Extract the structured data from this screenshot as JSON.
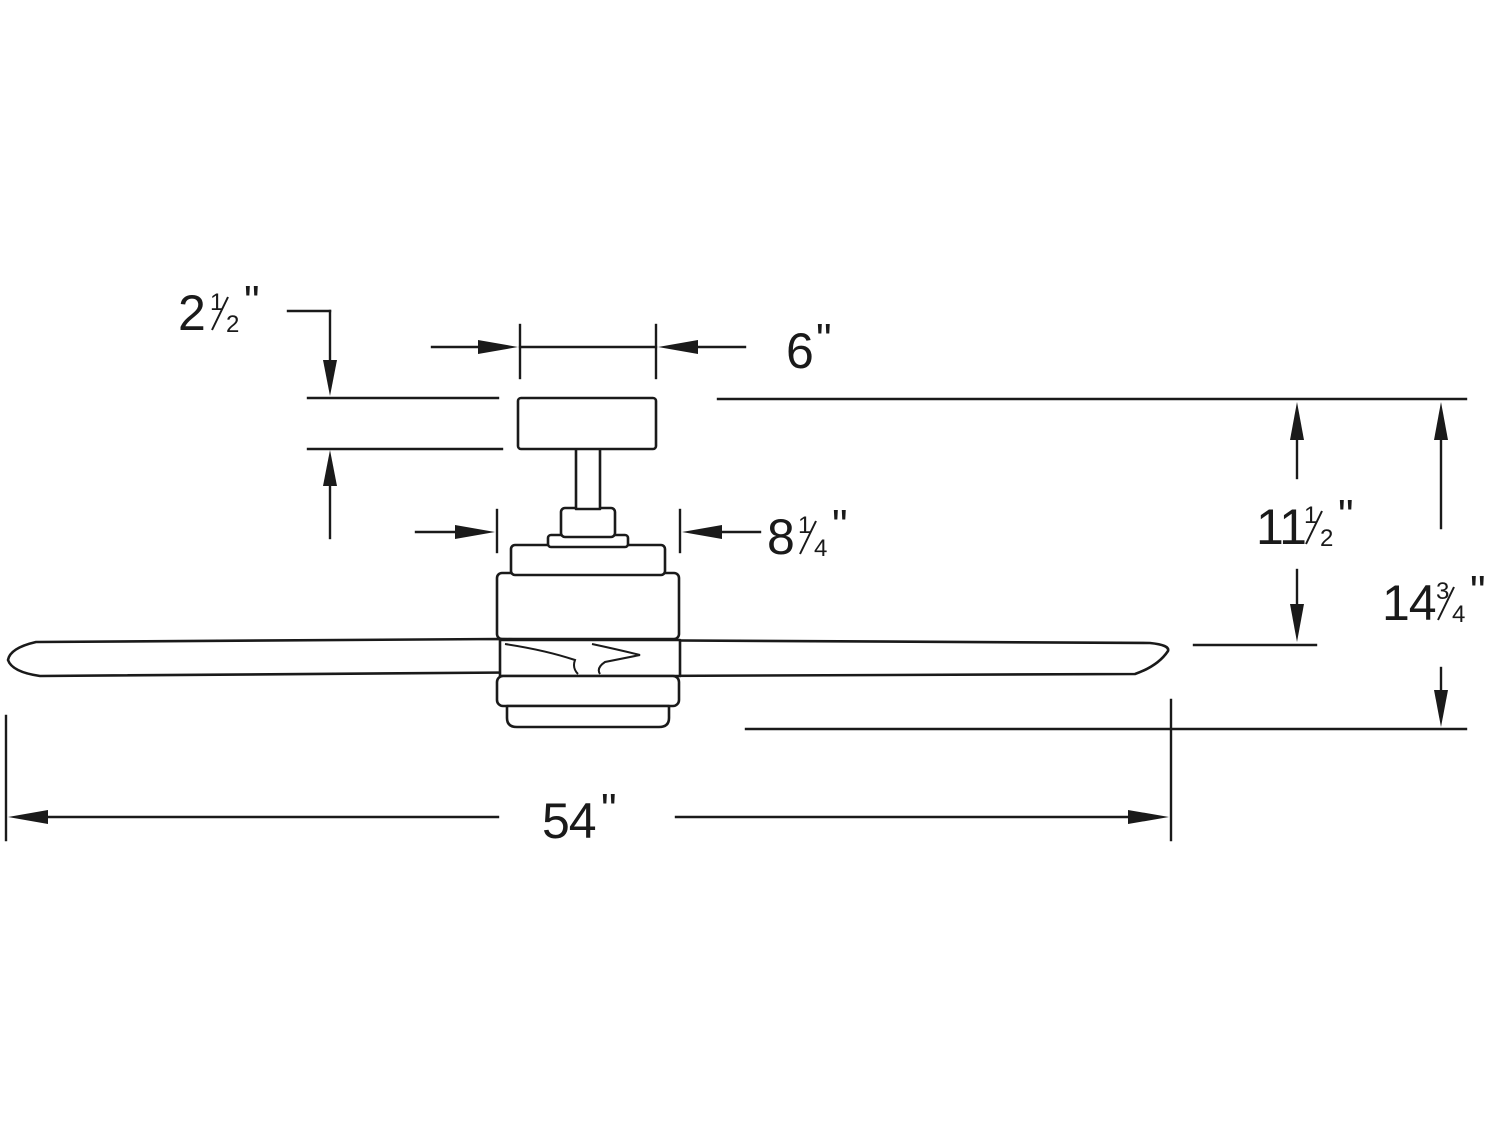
{
  "dimensions": {
    "canopy_height": {
      "whole": "2",
      "num": "1",
      "den": "2",
      "unit": "\""
    },
    "canopy_width": {
      "whole": "6",
      "unit": "\""
    },
    "motor_width": {
      "whole": "8",
      "num": "1",
      "den": "4",
      "unit": "\""
    },
    "ceiling_to_blade": {
      "whole": "11",
      "num": "1",
      "den": "2",
      "unit": "\""
    },
    "overall_height": {
      "whole": "14",
      "num": "3",
      "den": "4",
      "unit": "\""
    },
    "blade_span": {
      "whole": "54",
      "unit": "\""
    }
  },
  "colors": {
    "line": "#1a1a1a",
    "background": "#ffffff"
  }
}
